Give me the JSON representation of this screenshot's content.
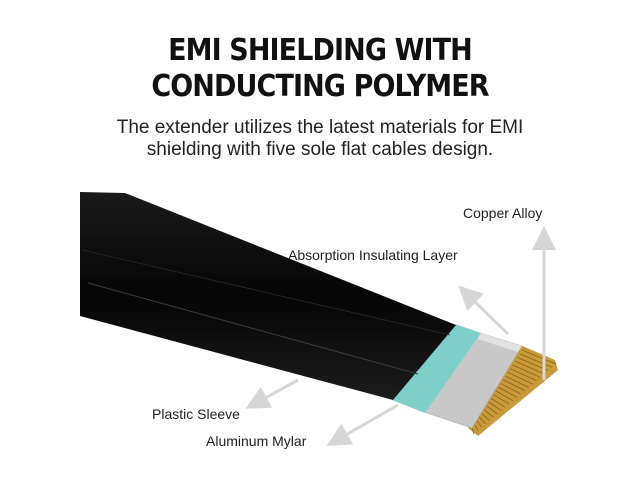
{
  "header": {
    "title_line1": "EMI SHIELDING WITH",
    "title_line2": "CONDUCTING POLYMER",
    "subtitle_line1": "The extender utilizes the latest materials for EMI",
    "subtitle_line2": "shielding with five sole flat cables design."
  },
  "labels": {
    "copper_alloy": "Copper Alloy",
    "absorption_layer": "Absorption Insulating Layer",
    "plastic_sleeve": "Plastic Sleeve",
    "aluminum_mylar": "Aluminum Mylar"
  },
  "colors": {
    "sleeve": "#0a0a0a",
    "absorption_layer": "#7fcfc9",
    "mylar": "#c9c9c9",
    "copper": "#c99a3a",
    "arrow": "#d6d6d6"
  }
}
